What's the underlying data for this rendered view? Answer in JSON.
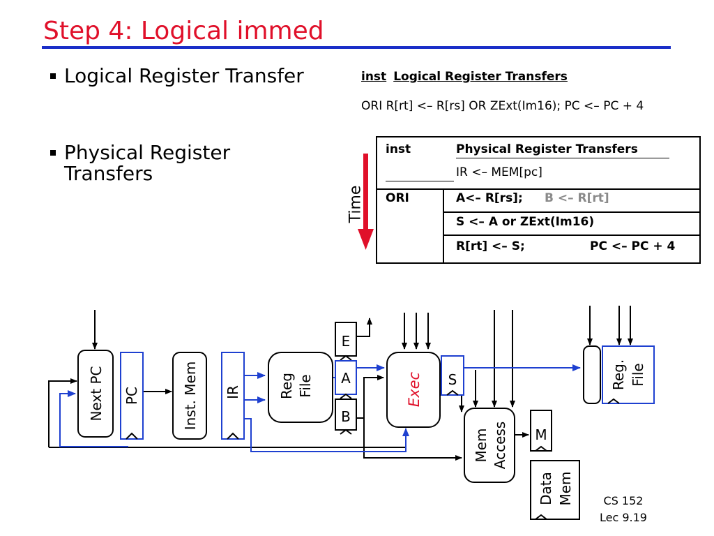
{
  "title": "Step 4: Logical immed",
  "bullets": {
    "logical": "Logical Register Transfer",
    "physical_line1": "Physical Register",
    "physical_line2": "Transfers"
  },
  "logical_table": {
    "col_inst": "inst",
    "col_transfers": "Logical Register Transfers",
    "row_text": "ORI  R[rt] <– R[rs] OR ZExt(Im16); PC <– PC + 4"
  },
  "physical_table": {
    "col_inst": "inst",
    "col_transfers": "Physical Register Transfers",
    "fetch": "IR <– MEM[pc]",
    "ori_inst": "ORI",
    "step1_a": "A<– R[rs];",
    "step1_b": "B <– R[rt]",
    "step2": "S <– A   or  ZExt(Im16)",
    "step3_left": "R[rt] <– S;",
    "step3_right": "PC <– PC + 4"
  },
  "time_label": "Time",
  "datapath": {
    "next_pc": "Next PC",
    "pc": "PC",
    "inst_mem": "Inst. Mem",
    "ir": "IR",
    "reg_file_1": "Reg",
    "reg_file_2": "File",
    "e": "E",
    "a": "A",
    "b": "B",
    "exec": "Exec",
    "s": "S",
    "mem_access_1": "Mem",
    "mem_access_2": "Access",
    "m": "M",
    "data_mem_1": "Data",
    "data_mem_2": "Mem",
    "reg_file_dst_1": "Reg.",
    "reg_file_dst_2": "File"
  },
  "footer": {
    "course": "CS 152",
    "lecture": "Lec 9.19"
  },
  "colors": {
    "title": "#e0102a",
    "rule": "#1a2ec8",
    "datapath_blue": "#1e40d0",
    "exec_text": "#e0102a",
    "arrow_red": "#e0102a",
    "dim_text": "#8a8a8a"
  }
}
